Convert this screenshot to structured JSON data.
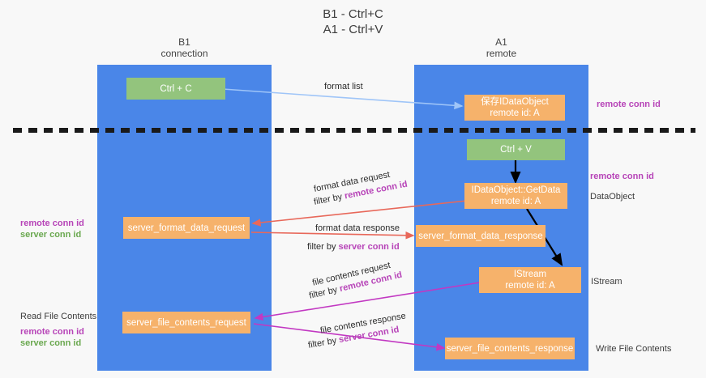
{
  "title": {
    "line1": "B1 - Ctrl+C",
    "line2": "A1 - Ctrl+V"
  },
  "lanes": [
    {
      "name": "b1",
      "header_line1": "B1",
      "header_line2": "connection",
      "color": "#4a86e8"
    },
    {
      "name": "a1",
      "header_line1": "A1",
      "header_line2": "remote",
      "color": "#4a86e8"
    }
  ],
  "nodes": {
    "ctrl_c": {
      "line1": "Ctrl + C",
      "line2": "",
      "color": "#93c47d"
    },
    "save_idataobject": {
      "line1": "保存IDataObject",
      "line2": "remote id: A",
      "color": "#f6b26b"
    },
    "ctrl_v": {
      "line1": "Ctrl + V",
      "line2": "",
      "color": "#93c47d"
    },
    "getdata": {
      "line1": "IDataObject::GetData",
      "line2": "remote id: A",
      "color": "#f6b26b"
    },
    "server_format_data_request": {
      "line1": "server_format_data_request",
      "line2": "",
      "color": "#f6b26b"
    },
    "server_format_data_response": {
      "line1": "server_format_data_response",
      "line2": "",
      "color": "#f6b26b"
    },
    "istream": {
      "line1": "IStream",
      "line2": "remote id: A",
      "color": "#f6b26b"
    },
    "server_file_contents_request": {
      "line1": "server_file_contents_request",
      "line2": "",
      "color": "#f6b26b"
    },
    "server_file_contents_response": {
      "line1": "server_file_contents_response",
      "line2": "",
      "color": "#f6b26b"
    }
  },
  "edge_labels": {
    "format_list": "format list",
    "format_data_request": "format data request",
    "format_data_request_filter_prefix": "filter by ",
    "format_data_request_filter_key": "remote conn id",
    "format_data_response": "format data response",
    "format_data_response_filter_prefix": "filter by ",
    "format_data_response_filter_key": "server conn id",
    "file_contents_request": "file contents request",
    "file_contents_request_filter_prefix": "filter by ",
    "file_contents_request_filter_key": "remote conn id",
    "file_contents_response": "file contents response",
    "file_contents_response_filter_prefix": "filter by ",
    "file_contents_response_filter_key": "server conn id"
  },
  "annotations": {
    "right_remote_conn_id_top": "remote conn id",
    "right_remote_conn_id_mid": "remote conn id",
    "right_dataobject": "DataObject",
    "right_istream": "IStream",
    "right_write_file_contents": "Write File Contents",
    "left_remote_conn_id_mid": "remote conn id",
    "left_server_conn_id_mid": "server conn id",
    "left_read_file_contents": "Read File Contents",
    "left_remote_conn_id_bottom": "remote conn id",
    "left_server_conn_id_bottom": "server conn id"
  },
  "colors": {
    "lane": "#4a86e8",
    "green_node": "#93c47d",
    "orange_node": "#f6b26b",
    "purple_text": "#b744b8",
    "green_text": "#6aa84f",
    "red_arrow": "#e8685a",
    "magenta_arrow": "#c238c2",
    "blue_arrow": "#9fc5f8",
    "black_arrow": "#000000",
    "divider": "#1a1a1a",
    "background": "#f8f8f8"
  }
}
